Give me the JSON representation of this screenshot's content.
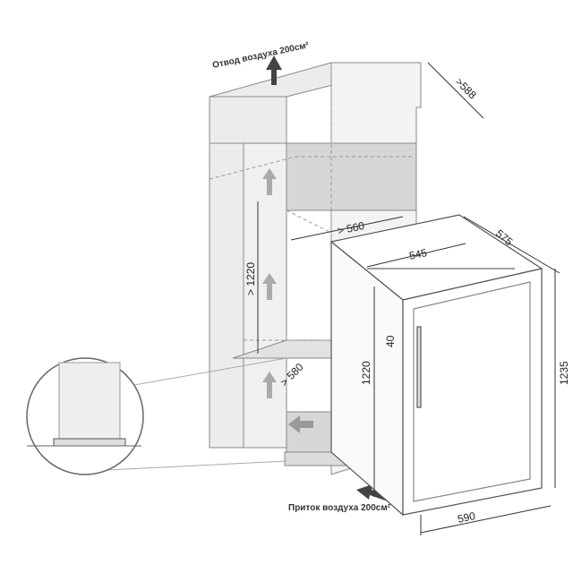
{
  "labels": {
    "air_out": "Отвод воздуха 200см²",
    "air_in": "Приток воздуха 200см²"
  },
  "dimensions": {
    "niche_depth": ">588",
    "niche_width": "> 560",
    "niche_height": "> 1220",
    "niche_bottom_depth": "> 580",
    "unit_width_top": "545",
    "unit_depth": "575",
    "door_gap": "40",
    "unit_body_height": "1220",
    "unit_total_height": "1235",
    "unit_width": "590"
  },
  "colors": {
    "cabinet_fill": "#ececec",
    "vent_box": "#d6d6d6",
    "arrow": "#444444",
    "line": "#555555"
  }
}
